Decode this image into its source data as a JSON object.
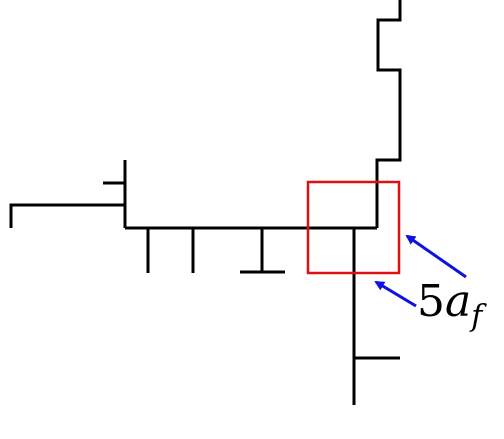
{
  "diagram": {
    "annotation": {
      "coefficient": "5",
      "symbol": "a",
      "subscript": "f"
    },
    "colors": {
      "lines": "#000000",
      "highlight_box": "#e01010",
      "arrows": "#1010e0",
      "background": "#ffffff"
    }
  }
}
